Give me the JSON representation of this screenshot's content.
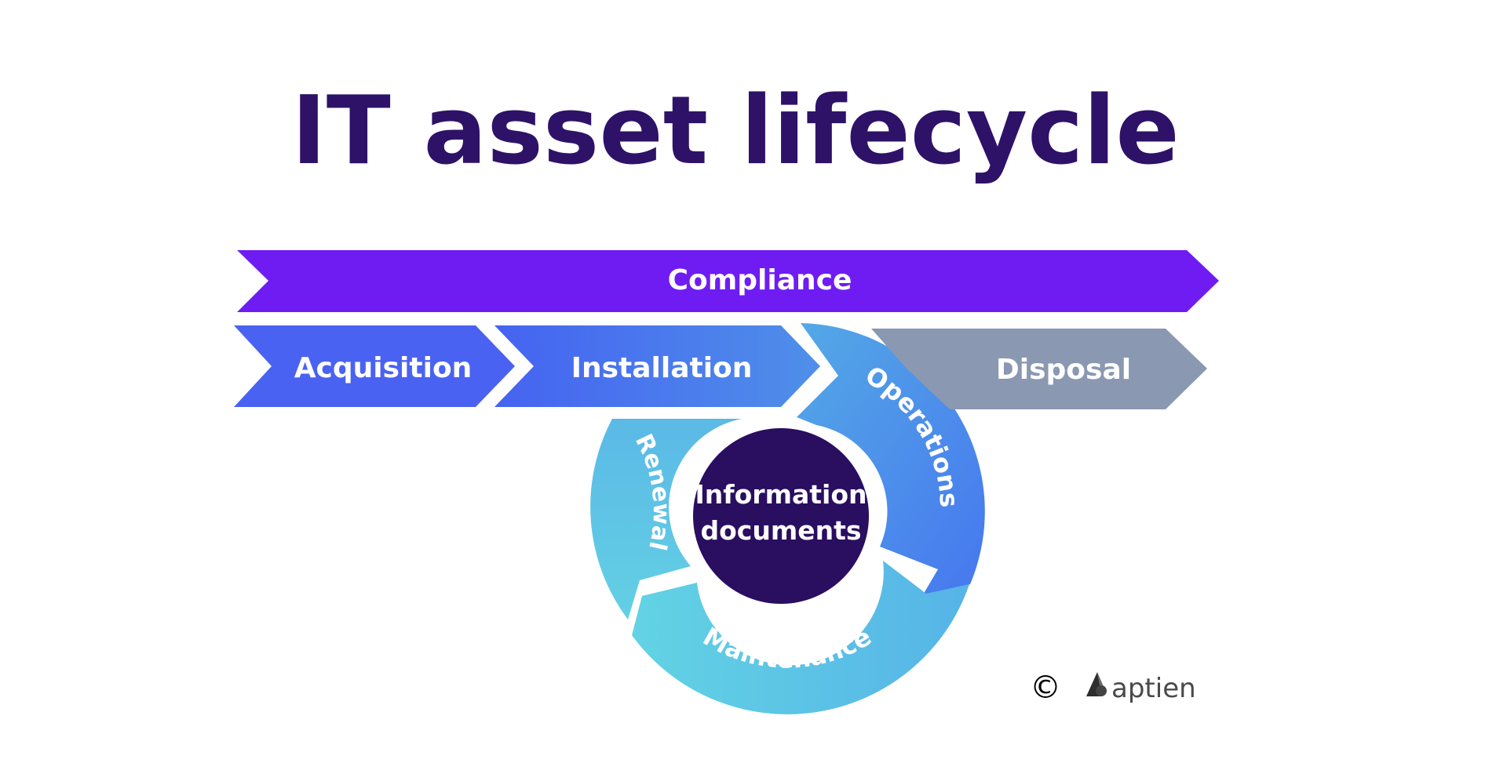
{
  "title": "IT asset lifecycle",
  "compliance": "Compliance",
  "stages": {
    "acquisition": "Acquisition",
    "installation": "Installation",
    "disposal": "Disposal"
  },
  "cycle": {
    "operations": "Operations",
    "maintenance": "Maintenance",
    "renewal": "Renewal"
  },
  "center": {
    "line1": "Information",
    "line2": "documents"
  },
  "copyright_symbol": "©",
  "brand": "aptien",
  "icons": {
    "logo": "aptien-logo-icon"
  },
  "colors": {
    "title": "#2e1268",
    "compliance": "#6f1cf3",
    "acquisition": "#4a62f2",
    "installation": "#4b78ee",
    "disposal": "#8a98b1",
    "cycle_light": "#62d2e4",
    "cycle_dark": "#4b7bee",
    "center": "#2a0e60",
    "brand": "#4a4a4a"
  }
}
